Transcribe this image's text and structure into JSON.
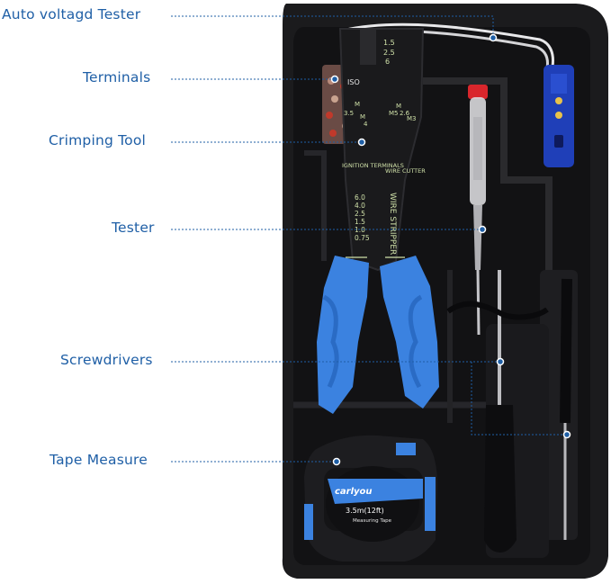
{
  "callouts": [
    {
      "id": "auto-voltage-tester",
      "label": "Auto voltagd Tester"
    },
    {
      "id": "terminals",
      "label": "Terminals"
    },
    {
      "id": "crimping-tool",
      "label": "Crimping Tool"
    },
    {
      "id": "tester",
      "label": "Tester"
    },
    {
      "id": "screwdrivers",
      "label": "Screwdrivers"
    },
    {
      "id": "tape-measure",
      "label": "Tape Measure"
    }
  ],
  "crimper_markings": {
    "jaw_sizes": [
      "1.5",
      "2.5",
      "6"
    ],
    "iso": "ISO",
    "sizes_mid": [
      "M",
      "3.5",
      "M",
      "4",
      "M5",
      "M",
      "2.6",
      "M3"
    ],
    "ignition_terminals": "IGNITION TERMINALS",
    "wire_cutter": "WIRE CUTTER",
    "wire_stripper": "WIRE STRIPPER",
    "gauges": [
      "6.0",
      "4.0",
      "2.5",
      "1.5",
      "1.0",
      "0.75"
    ]
  },
  "tape_measure": {
    "brand": "carlyou",
    "size": "3.5m(12ft)",
    "subtitle": "Measuring Tape"
  },
  "colors": {
    "label_blue": "#1f5fa6",
    "tool_blue": "#3b82e0",
    "case_black": "#1b1b1d"
  }
}
